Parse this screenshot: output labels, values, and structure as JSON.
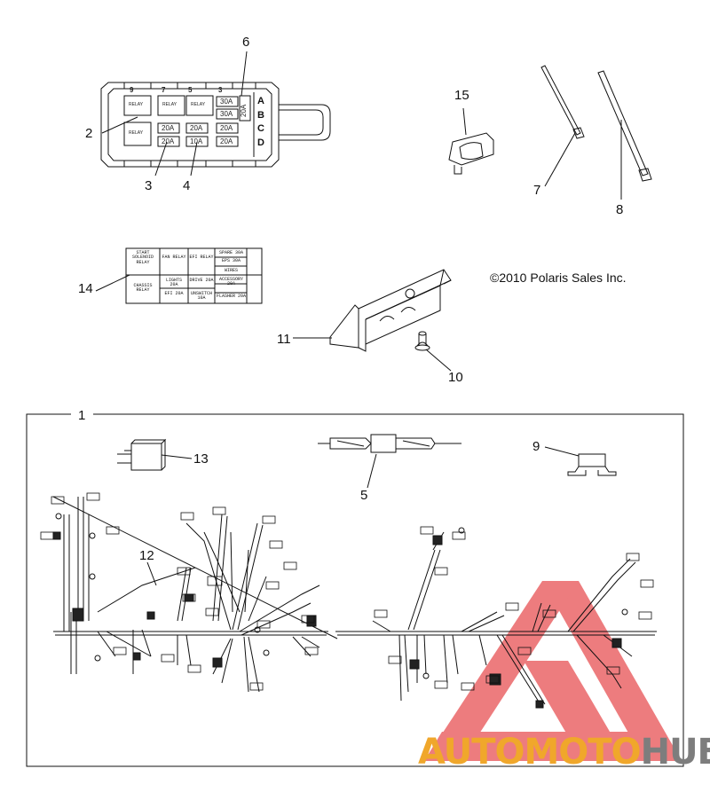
{
  "callouts": [
    {
      "id": "c1",
      "text": "1"
    },
    {
      "id": "c2",
      "text": "2"
    },
    {
      "id": "c3",
      "text": "3"
    },
    {
      "id": "c4",
      "text": "4"
    },
    {
      "id": "c5",
      "text": "5"
    },
    {
      "id": "c6",
      "text": "6"
    },
    {
      "id": "c7",
      "text": "7"
    },
    {
      "id": "c8",
      "text": "8"
    },
    {
      "id": "c9",
      "text": "9"
    },
    {
      "id": "c10",
      "text": "10"
    },
    {
      "id": "c11",
      "text": "11"
    },
    {
      "id": "c12",
      "text": "12"
    },
    {
      "id": "c13",
      "text": "13"
    },
    {
      "id": "c14",
      "text": "14"
    },
    {
      "id": "c15",
      "text": "15"
    }
  ],
  "copyright": "©2010 Polaris Sales Inc.",
  "watermark": {
    "part_a": "AUTOMOTO",
    "part_b": "HUB",
    "color_a": "#f0a72b",
    "color_b": "#7d7d7d",
    "logo_color": "#e8585a"
  },
  "fuse_box": {
    "top_numbers": [
      "9",
      "7",
      "5",
      "3"
    ],
    "relay_labels": [
      "RELAY",
      "RELAY",
      "RELAY",
      "RELAY"
    ],
    "fuses_row_a": [
      "30A"
    ],
    "fuses_row_b": [
      "30A"
    ],
    "fuses_row_c": [
      "20A",
      "20A",
      "20A"
    ],
    "fuses_row_d": [
      "20A",
      "10A",
      "20A"
    ],
    "side_fuse": "20A",
    "column_letters": [
      "A",
      "B",
      "C",
      "D"
    ]
  },
  "fuse_label": {
    "cells": [
      "START SOLENOID RELAY",
      "FAN RELAY",
      "EFI RELAY",
      "CHASSIS RELAY",
      "LIGHTS 20A",
      "EFI 20A",
      "DRIVE 20A",
      "UNSWITCH 10A",
      "ACCESSORY 20A",
      "FLASHER 20A"
    ],
    "spare": "SPARE 30A",
    "eps": "EPS 30A",
    "wires": "WIRES"
  }
}
